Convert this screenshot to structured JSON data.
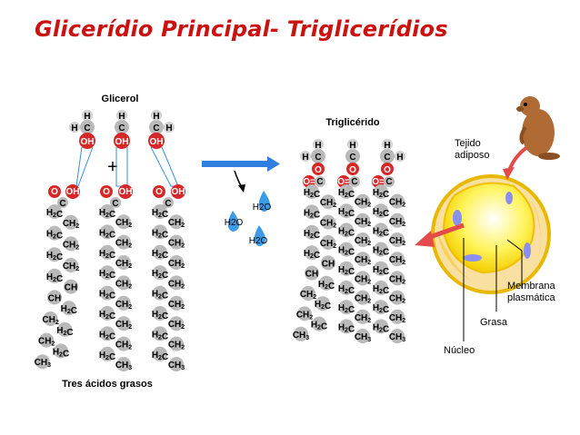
{
  "title": "Glicerídio Principal- Triglicerídios",
  "labels": {
    "glycerol": "Glicerol",
    "triglyceride": "Triglicérido",
    "fatty_acids": "Tres ácidos grasos",
    "plus": "+",
    "water": "H2O",
    "adipose_line1": "Tejido",
    "adipose_line2": "adiposo",
    "membrane_line1": "Membrana",
    "membrane_line2": "plasmática",
    "fat": "Grasa",
    "nucleus": "Núcleo"
  },
  "glycerol_atoms": {
    "h": "H",
    "c": "C",
    "oh": "OH"
  },
  "ester_atoms": {
    "o": "O",
    "c": "C",
    "h": "H",
    "oh": "OH",
    "dbl_o": "O="
  },
  "chains": [
    {
      "key": "acid1",
      "units": [
        "H2C",
        "CH2",
        "H2C",
        "CH2",
        "H2C",
        "CH2",
        "H2C",
        "CH",
        "CH",
        "H2C",
        "CH2",
        "H2C",
        "CH2",
        "H2C",
        "CH3"
      ]
    },
    {
      "key": "acid2",
      "units": [
        "H2C",
        "CH2",
        "H2C",
        "CH2",
        "H2C",
        "CH2",
        "H2C",
        "CH2",
        "H2C",
        "CH2",
        "H2C",
        "CH2",
        "H2C",
        "CH2",
        "H2C",
        "CH3"
      ]
    },
    {
      "key": "acid3",
      "units": [
        "H2C",
        "CH2",
        "H2C",
        "CH2",
        "H2C",
        "CH2",
        "H2C",
        "CH2",
        "H2C",
        "CH2",
        "H2C",
        "CH2",
        "H2C",
        "CH2",
        "H2C",
        "CH3"
      ]
    }
  ],
  "colors": {
    "title": "#cc1111",
    "oxygen": "#d62828",
    "atom": "#b9b9b9",
    "arrow": "#2f7ee0",
    "water": "#3a9be6",
    "cell_border": "#f5c518",
    "cell_fill": "#fff04d",
    "cytoplasm": "#f9e0a0",
    "nucleus": "#8a8ff0",
    "red_arrow": "#e34a4a",
    "animal": "#b06b35"
  },
  "icons": [
    "water-drop-icon",
    "groundhog-icon",
    "curved-arrow-icon"
  ]
}
